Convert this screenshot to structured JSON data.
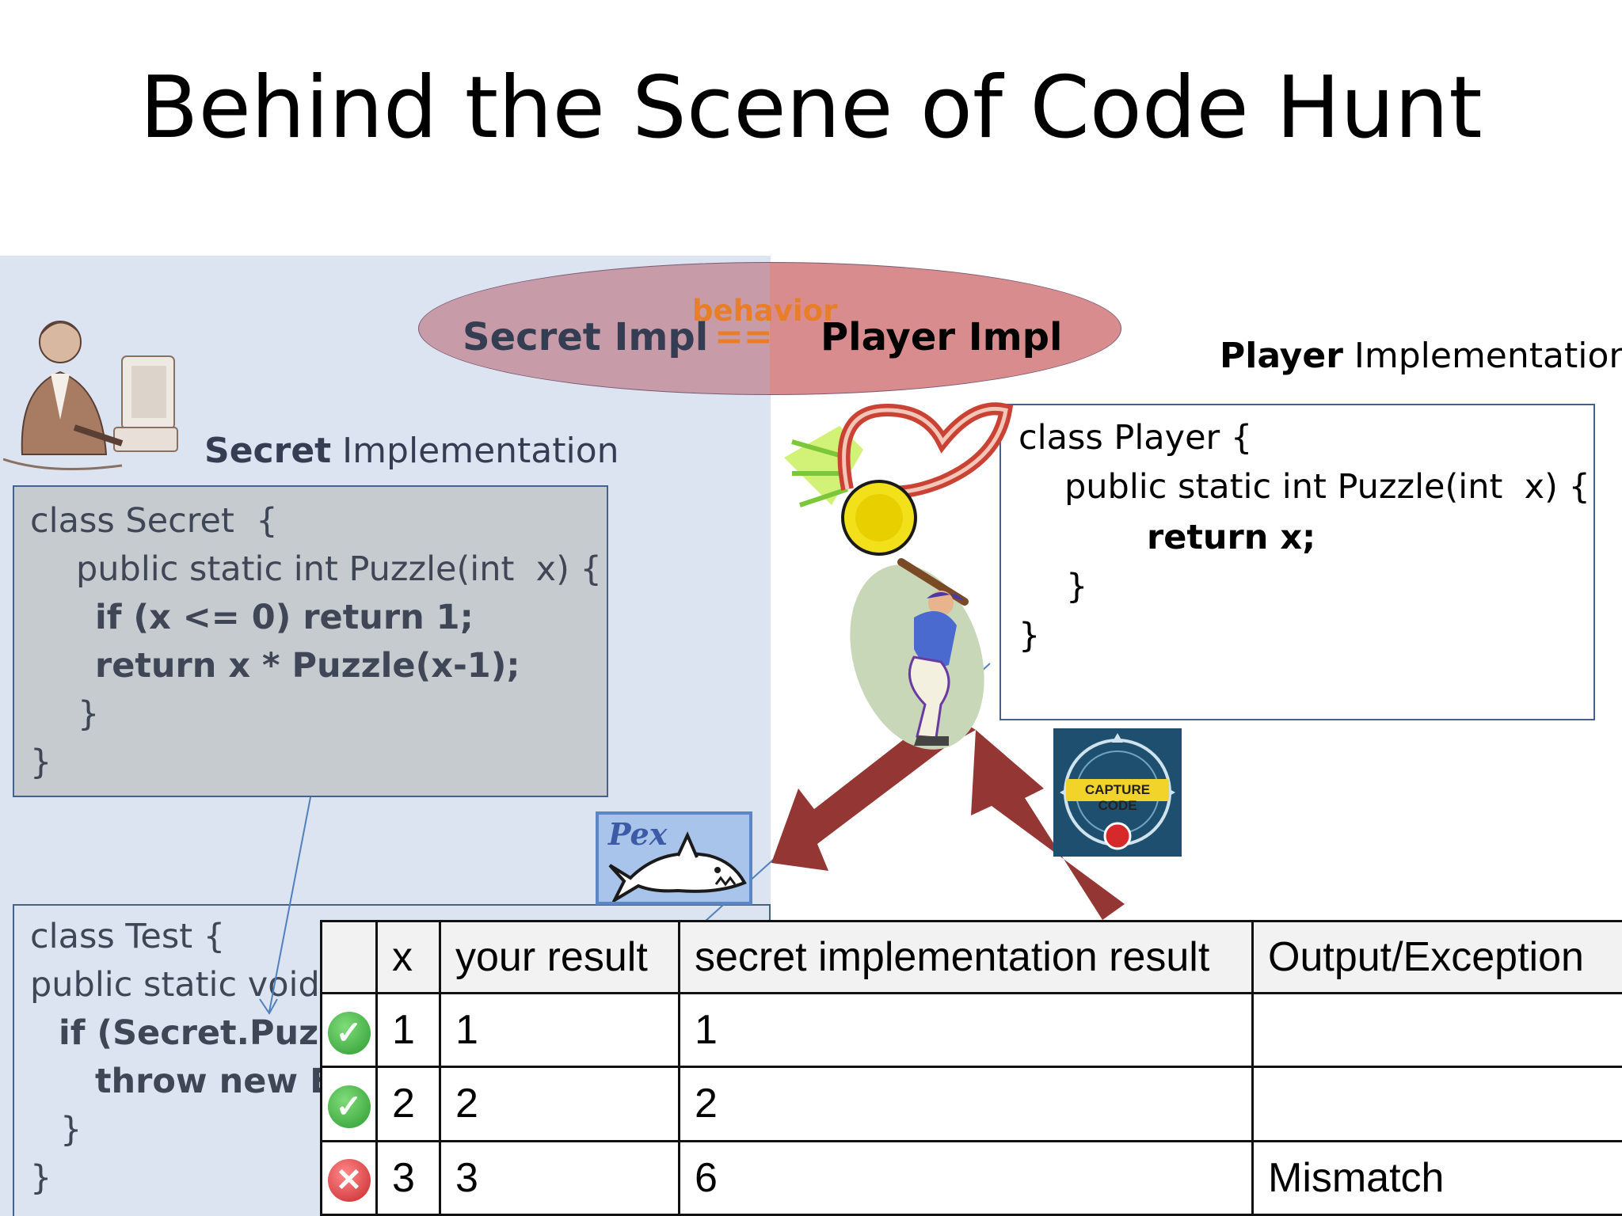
{
  "slide": {
    "title": "Behind the Scene of Code Hunt"
  },
  "ellipse": {
    "secret": "Secret Impl",
    "behavior": "behavior",
    "equals": "==",
    "player": "Player Impl"
  },
  "secret_label": {
    "bold": "Secret",
    "rest": " Implementation"
  },
  "player_label": {
    "bold": "Player",
    "rest": " Implementation"
  },
  "secret_code": [
    "class Secret  {",
    "public static int Puzzle(int  x) {",
    "if (x <= 0) return 1;",
    "return x * Puzzle(x-1);",
    "}",
    "}"
  ],
  "player_code": [
    "class Player {",
    "public static int Puzzle(int  x) {",
    "return x;",
    "}",
    "}"
  ],
  "test_code": [
    "class Test {",
    "public static void",
    "if (Secret.Puzzle",
    "throw new Ex",
    "}",
    "}"
  ],
  "capture_code": "CAPTURE CODE",
  "pex_logo": "Pex",
  "table": {
    "headers": [
      "",
      "x",
      "your result",
      "secret implementation result",
      "Output/Exception"
    ],
    "rows": [
      {
        "status": "check-icon",
        "x": "1",
        "your": "1",
        "secret": "1",
        "output": ""
      },
      {
        "status": "check-icon",
        "x": "2",
        "your": "2",
        "secret": "2",
        "output": ""
      },
      {
        "status": "cross-icon",
        "x": "3",
        "your": "3",
        "secret": "6",
        "output": "Mismatch"
      }
    ]
  },
  "colors": {
    "left_panel": "#dce4f2",
    "ellipse_left": "#c79ca8",
    "ellipse_right": "#d98c8e",
    "arrow": "#943634",
    "behavior": "#e87e2a"
  }
}
